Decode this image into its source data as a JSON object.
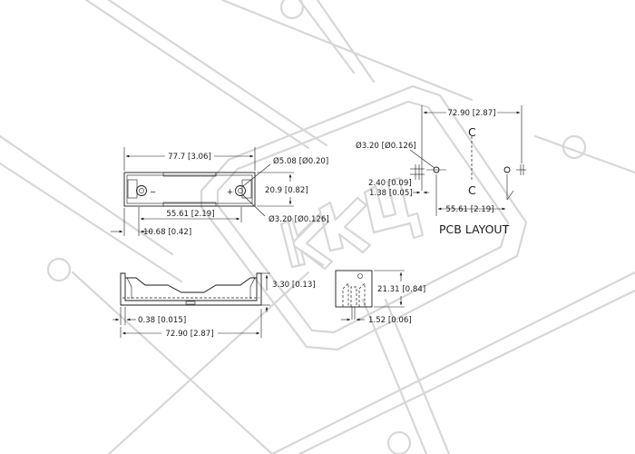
{
  "watermark": {
    "text": "KKЦ",
    "color": "#d7d7d7"
  },
  "top_view": {
    "overall_length": "77.7 [3.06]",
    "contact_diameter": "Ø5.08 [Ø0.20]",
    "width": "20.9 [0.82]",
    "pin_spacing": "55.61 [2.19]",
    "pin_hole": "Ø3.20 [Ø0.126]",
    "pin_offset": "10.68 [0.42]",
    "minus_mark": "−",
    "plus_mark": "+"
  },
  "side_view": {
    "height": "3.30 [0.13]",
    "thickness": "0.38 [0.015]",
    "length": "72.90 [2.87]"
  },
  "end_view": {
    "height": "21.31 [0.84]",
    "pin_width": "1.52 [0.06]"
  },
  "pcb_layout": {
    "title": "PCB LAYOUT",
    "overall": "72.90 [2.87]",
    "hole": "Ø3.20 [Ø0.126]",
    "slot_width": "2.40 [0.09]",
    "slot_offset": "1.38 [0.05]",
    "pin_spacing": "55.61 [2.19]",
    "centerline": "C"
  },
  "colors": {
    "line": "#1a1a1a",
    "background": "#ffffff"
  }
}
